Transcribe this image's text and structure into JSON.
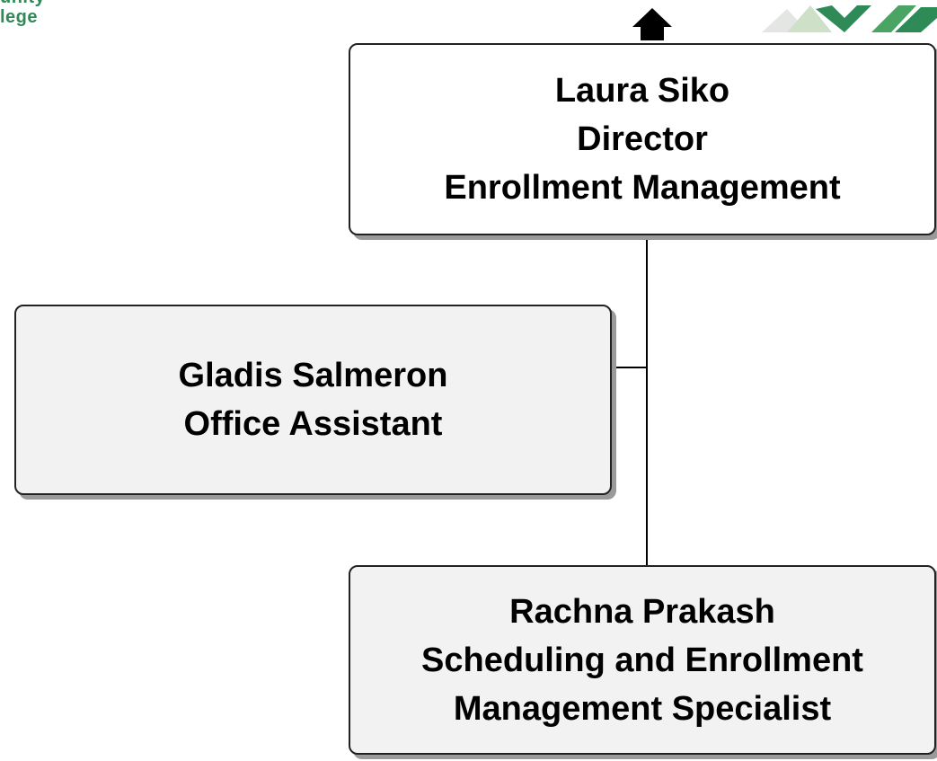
{
  "logo": {
    "line1": "unity",
    "line2": "lege"
  },
  "nodes": {
    "director": {
      "name": "Laura Siko",
      "title_line1": "Director",
      "title_line2": "Enrollment Management"
    },
    "assistant": {
      "name": "Gladis Salmeron",
      "title_line1": "Office Assistant"
    },
    "specialist": {
      "name": "Rachna Prakash",
      "title_line1": "Scheduling and Enrollment",
      "title_line2": "Management Specialist"
    }
  },
  "colors": {
    "logo_green": "#2e8b57",
    "box_border": "#222222",
    "box_shadow": "#9a9a9a",
    "box_fill_gray": "#f2f2f2",
    "box_fill_white": "#ffffff"
  }
}
